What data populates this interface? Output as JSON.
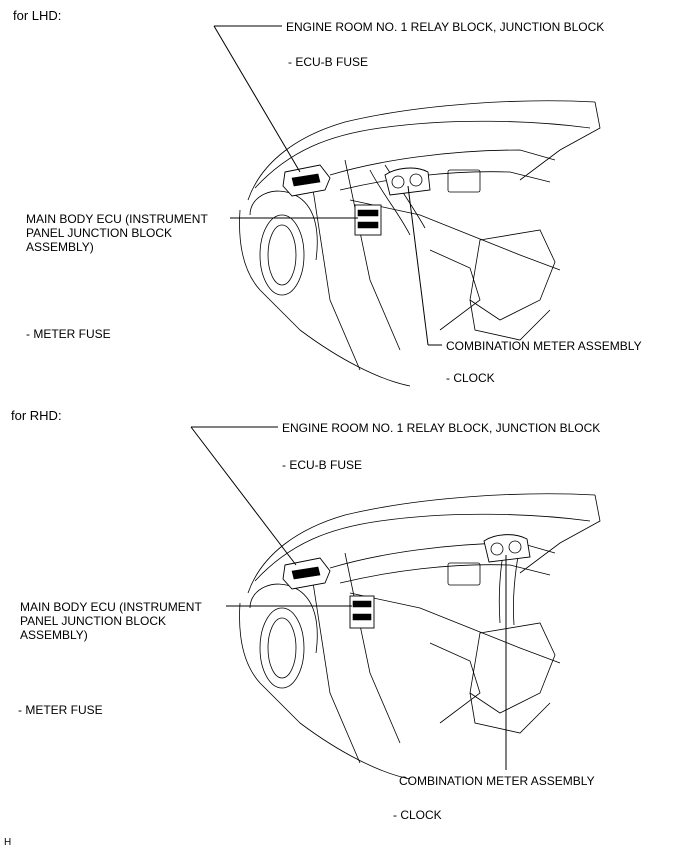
{
  "lhd": {
    "header": "for LHD:",
    "relay_block": "ENGINE ROOM NO. 1 RELAY BLOCK, JUNCTION BLOCK",
    "ecub_fuse": "- ECU-B FUSE",
    "main_body_ecu": "MAIN BODY ECU (INSTRUMENT\nPANEL JUNCTION BLOCK\nASSEMBLY)",
    "meter_fuse": "- METER FUSE",
    "combination_meter": "COMBINATION METER ASSEMBLY",
    "clock": "- CLOCK"
  },
  "rhd": {
    "header": "for RHD:",
    "relay_block": "ENGINE ROOM NO. 1 RELAY BLOCK, JUNCTION BLOCK",
    "ecub_fuse": "- ECU-B FUSE",
    "main_body_ecu": "MAIN BODY ECU (INSTRUMENT\nPANEL JUNCTION BLOCK\nASSEMBLY)",
    "meter_fuse": "- METER FUSE",
    "combination_meter": "COMBINATION METER ASSEMBLY",
    "clock": "- CLOCK"
  },
  "footer_mark": "H"
}
